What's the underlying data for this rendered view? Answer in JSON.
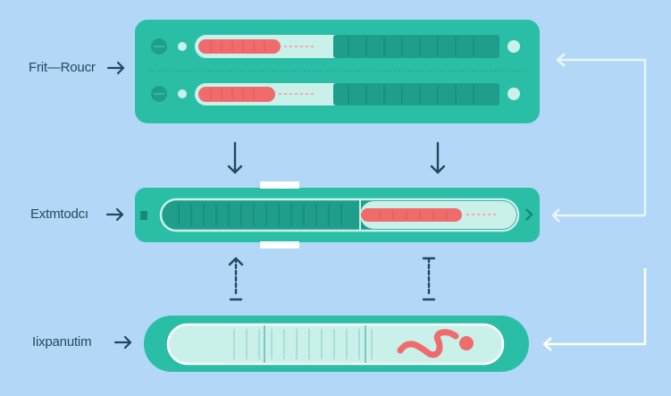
{
  "labels": {
    "top": "Frit—Roucr",
    "middle": "Extmtodcı",
    "bottom": "Iixpanutim"
  },
  "colors": {
    "background": "#b3d8f7",
    "panel": "#2bbea7",
    "panel_dark": "#1e9e8b",
    "track_light": "#c9f1ea",
    "accent_red": "#f06b6b",
    "arrow": "#1f4a5e",
    "feedback_line": "#eaf6ff"
  },
  "icons": {
    "label_arrow": "arrow-right-icon",
    "down_arrow": "arrow-down-icon",
    "up_arrow": "arrow-up-icon",
    "feedback_arrow": "arrow-left-icon",
    "wave": "wave-icon"
  }
}
